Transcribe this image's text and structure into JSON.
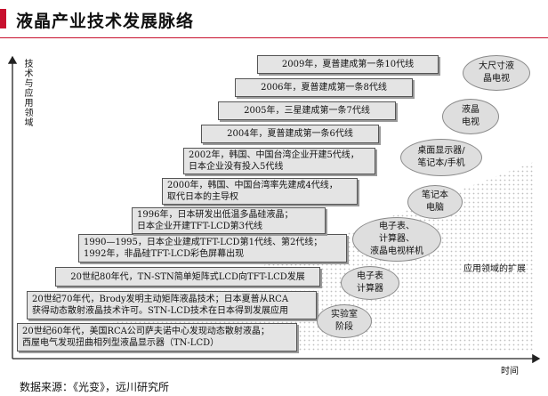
{
  "title": "液晶产业技术发展脉络",
  "axis": {
    "y_label": "技术与应用领域",
    "x_label": "时间"
  },
  "trend_label": "应用领域的扩展",
  "milestones": [
    {
      "lines": [
        "20世纪60年代，美国RCA公司萨夫诺中心发现动态散射液晶；",
        "西屋电气发现扭曲相列型液晶显示器（TN-LCD）"
      ]
    },
    {
      "lines": [
        "20世纪70年代，Brody发明主动矩阵液晶技术；日本夏普从RCA",
        "获得动态散射液晶技术许可。STN-LCD技术在日本得到发展应用"
      ]
    },
    {
      "lines": [
        "20世纪80年代，TN-STN简单矩阵式LCD向TFT-LCD发展"
      ]
    },
    {
      "lines": [
        "1990—1995，日本企业建成TFT-LCD第1代线、第2代线；",
        "1992年，非晶硅TFT-LCD彩色屏幕出现"
      ]
    },
    {
      "lines": [
        "1996年，日本研发出低温多晶硅液晶；",
        "日本企业开建TFT-LCD第3代线"
      ]
    },
    {
      "lines": [
        "2000年，韩国、中国台湾率先建成4代线，",
        "取代日本的主导权"
      ]
    },
    {
      "lines": [
        "2002年，韩国、中国台湾企业开建5代线，",
        "日本企业没有投入5代线"
      ]
    },
    {
      "lines": [
        "2004年，夏普建成第一条6代线"
      ]
    },
    {
      "lines": [
        "2005年，三星建成第一条7代线"
      ]
    },
    {
      "lines": [
        "2006年，夏普建成第一条8代线"
      ]
    },
    {
      "lines": [
        "2009年，夏普建成第一条10代线"
      ]
    }
  ],
  "applications": [
    {
      "lines": [
        "实验室",
        "阶段"
      ]
    },
    {
      "lines": [
        "电子表",
        "计算器"
      ]
    },
    {
      "lines": [
        "电子表、",
        "计算器、",
        "液晶电视样机"
      ]
    },
    {
      "lines": [
        "笔记本",
        "电脑"
      ]
    },
    {
      "lines": [
        "桌面显示器/",
        "笔记本/手机"
      ]
    },
    {
      "lines": [
        "液晶",
        "电视"
      ]
    },
    {
      "lines": [
        "大尺寸液",
        "晶电视"
      ]
    }
  ],
  "source": "数据来源：《光变》，远川研究所"
}
